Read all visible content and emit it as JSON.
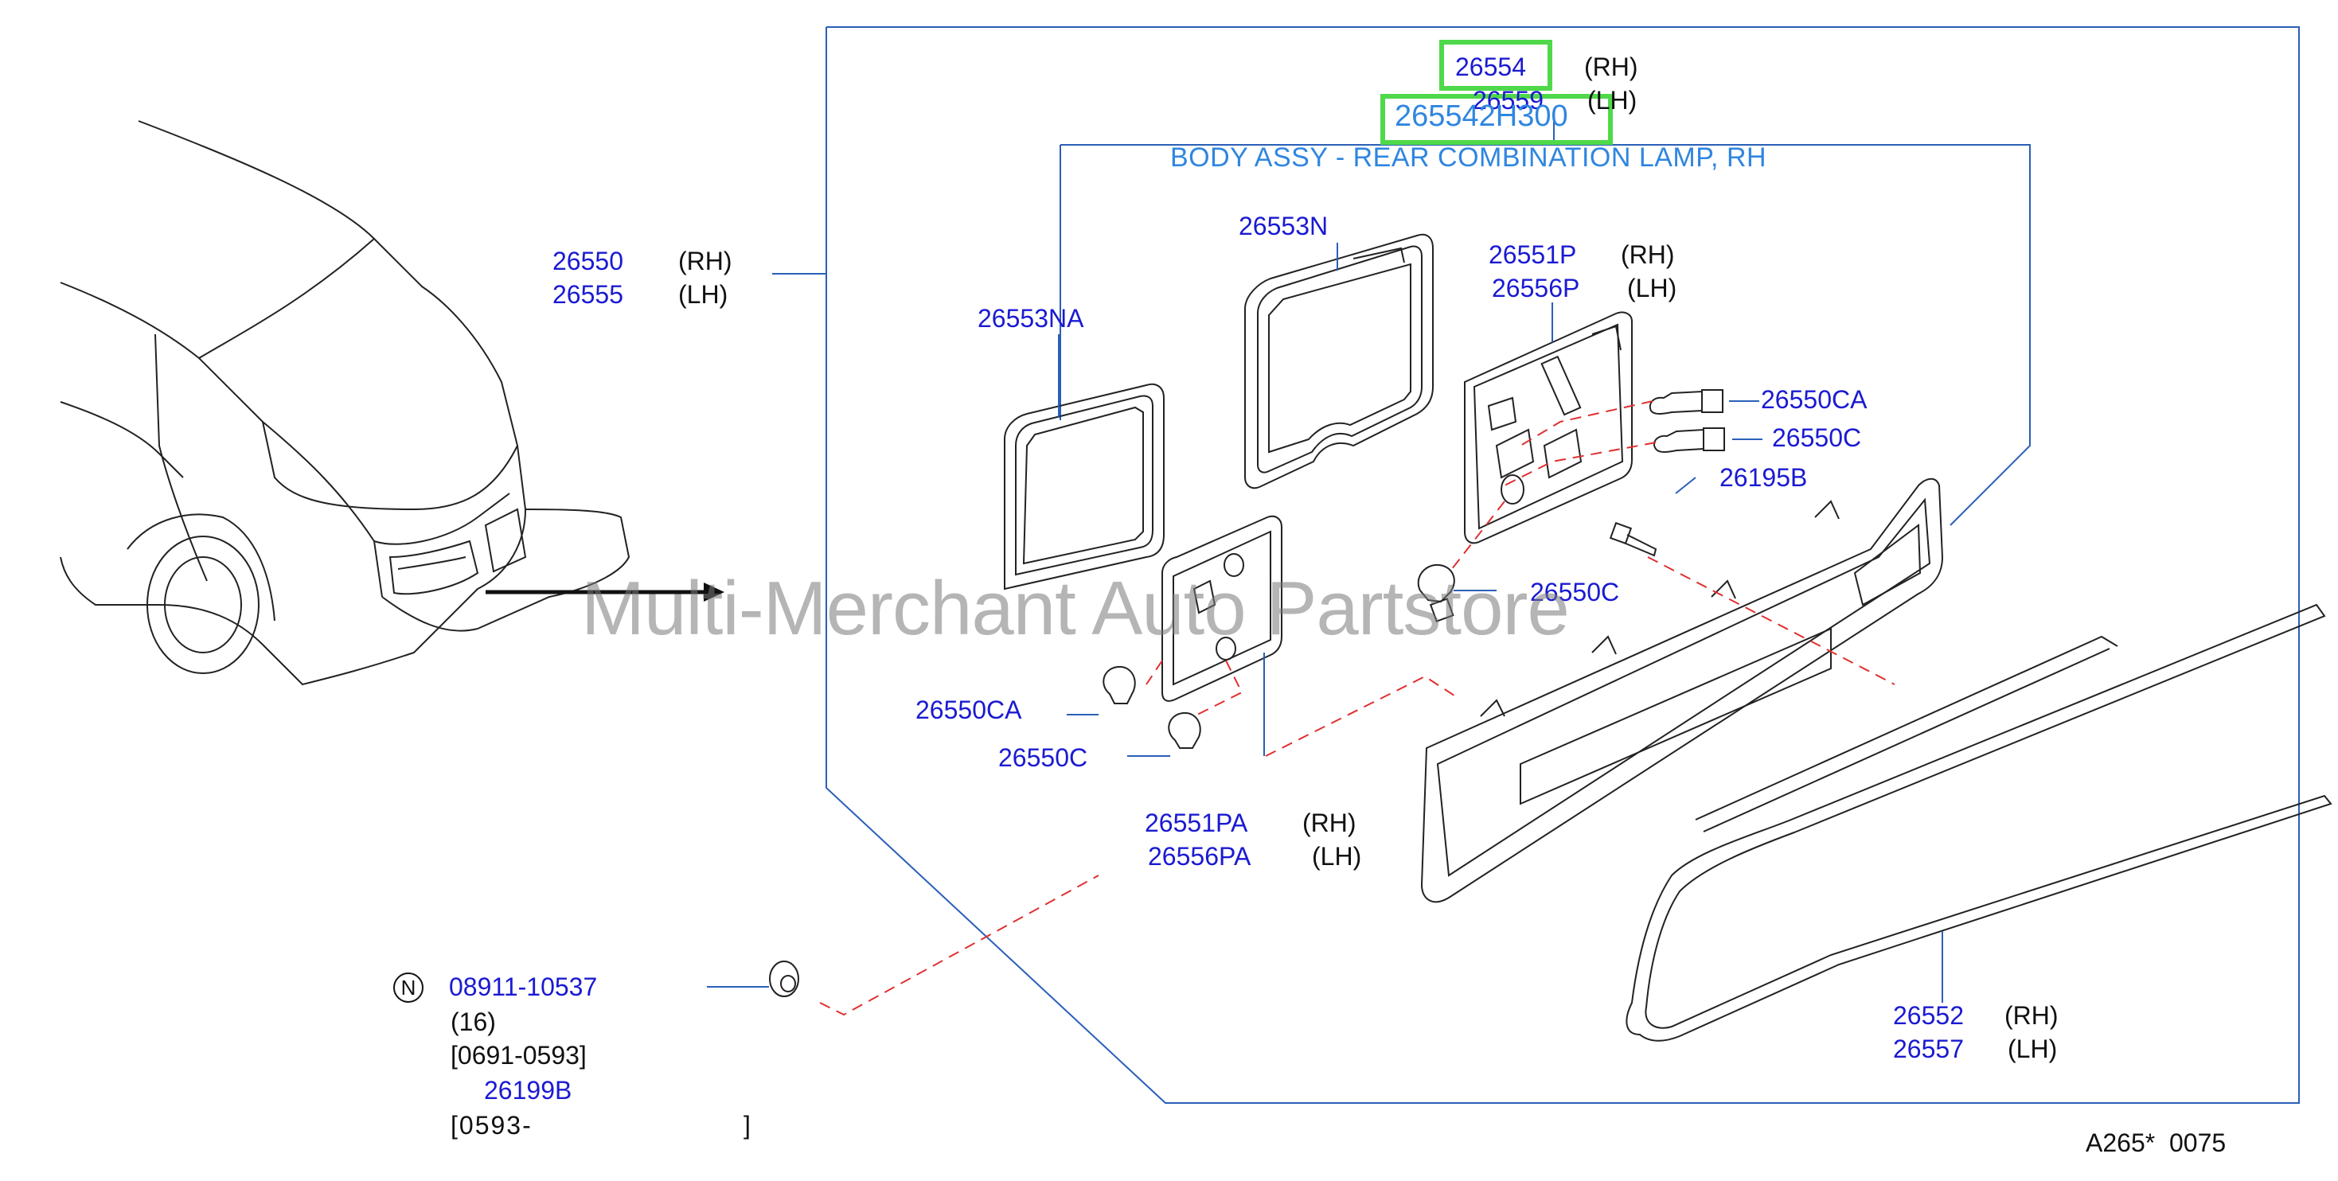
{
  "header": {
    "part_rh": "26554",
    "part_rh_side": "(RH)",
    "part_lh": "26559",
    "part_lh_side": "(LH)",
    "selected_part_number": "265542H300",
    "selected_part_description": "BODY ASSY - REAR COMBINATION LAMP, RH"
  },
  "assembly": {
    "rh": "26550",
    "rh_side": "(RH)",
    "lh": "26555",
    "lh_side": "(LH)"
  },
  "parts": {
    "p26553N": "26553N",
    "p26553NA": "26553NA",
    "p26551P": "26551P",
    "p26551P_side": "(RH)",
    "p26556P": "26556P",
    "p26556P_side": "(LH)",
    "p26550CA_right": "26550CA",
    "p26550C_right": "26550C",
    "p26195B": "26195B",
    "p26550C_mid": "26550C",
    "p26550CA_left": "26550CA",
    "p26550C_left": "26550C",
    "p26551PA": "26551PA",
    "p26551PA_side": "(RH)",
    "p26556PA": "26556PA",
    "p26556PA_side": "(LH)",
    "p26552": "26552",
    "p26552_side": "(RH)",
    "p26557": "26557",
    "p26557_side": "(LH)"
  },
  "fastener": {
    "marker": "N",
    "part": "08911-10537",
    "qty": "(16)",
    "range1": "[0691-0593]",
    "alt_part": "26199B",
    "range2": "[0593-",
    "range2_close": "]"
  },
  "footer": {
    "code": "A265*  0075"
  },
  "watermark": "Multi-Merchant Auto Partstore",
  "colors": {
    "label_blue": "#1a1ad2",
    "description_blue": "#2f86e0",
    "highlight_green": "#4fd94a",
    "frame_blue": "#2a5fb8",
    "leader_red": "#e03030"
  }
}
